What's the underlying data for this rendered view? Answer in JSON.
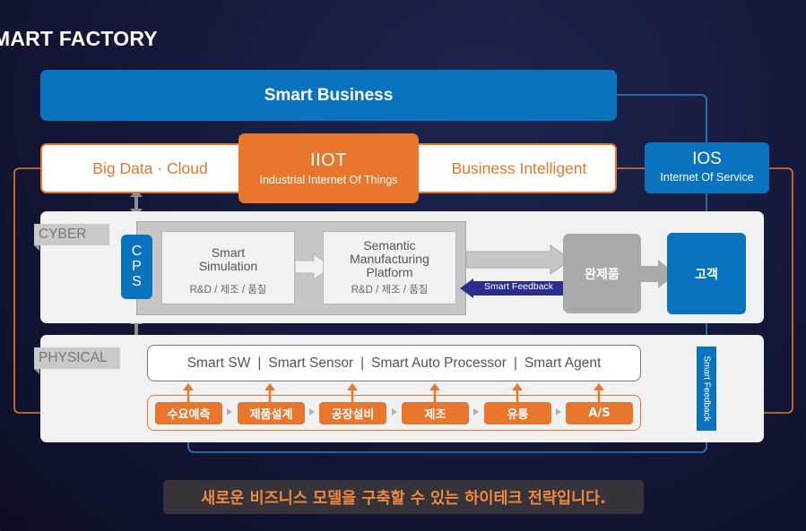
{
  "title": "MART FACTORY",
  "smart_business": "Smart Business",
  "top_row": {
    "big_data_cloud": "Big Data · Cloud",
    "iiot": {
      "title": "IIOT",
      "subtitle": "Industrial Internet Of Things"
    },
    "business_intelligent": "Business Intelligent",
    "ios": {
      "title": "IOS",
      "subtitle": "Internet Of Service"
    }
  },
  "cyber": {
    "tag": "CYBER",
    "cps": [
      "C",
      "P",
      "S"
    ],
    "smart_simulation": {
      "lines": [
        "Smart",
        "Simulation"
      ],
      "sub": "R&D / 제조 / 품질"
    },
    "smp": {
      "lines": [
        "Semantic",
        "Manufacturing",
        "Platform"
      ],
      "sub": "R&D / 제조 / 품질"
    },
    "finished_product": "완제품",
    "customer": "고객",
    "smart_feedback": "Smart Feedback"
  },
  "physical": {
    "tag": "PHYSICAL",
    "devices": [
      "Smart SW",
      "Smart Sensor",
      "Smart Auto Processor",
      "Smart Agent"
    ],
    "separator": "|",
    "steps": [
      "수요예측",
      "제품설계",
      "공장설비",
      "제조",
      "유통",
      "A/S"
    ],
    "smart_feedback_vertical": "Smart Feedback"
  },
  "caption": "새로운 비즈니스 모델을 구축할 수 있는 하이테크 전략입니다.",
  "colors": {
    "blue": "#0a73bf",
    "orange": "#e8762d",
    "navy": "#2b2f8c",
    "gray": "#a9a9a9",
    "panel": "#f1f1f1"
  }
}
